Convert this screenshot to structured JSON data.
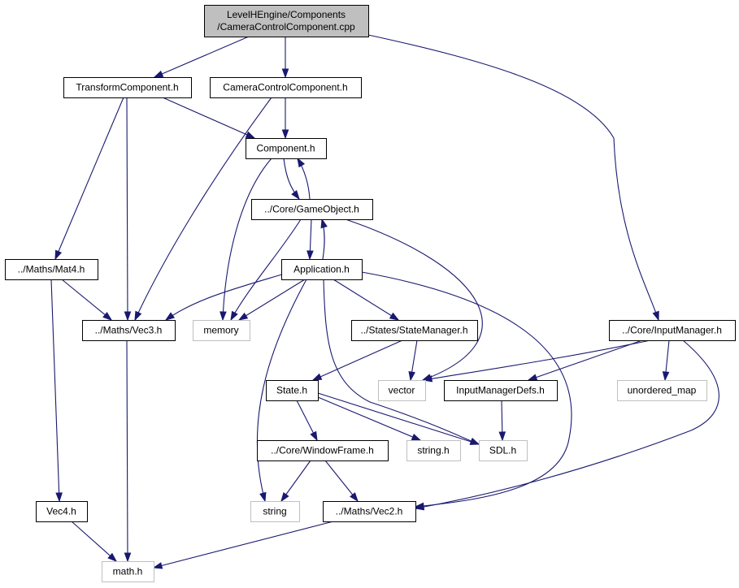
{
  "diagram": {
    "kind": "include-dependency-graph",
    "colors": {
      "edge": "#191970",
      "root_fill": "#bfbfbf",
      "node_border": "#000000",
      "external_border": "#bfbfbf",
      "background": "#ffffff"
    },
    "nodes": [
      {
        "id": "root",
        "lines": [
          "LevelHEngine/Components",
          "/CameraControlComponent.cpp"
        ],
        "style": "root"
      },
      {
        "id": "transform",
        "lines": [
          "TransformComponent.h"
        ],
        "style": "file"
      },
      {
        "id": "cameractl",
        "lines": [
          "CameraControlComponent.h"
        ],
        "style": "file"
      },
      {
        "id": "component",
        "lines": [
          "Component.h"
        ],
        "style": "file"
      },
      {
        "id": "gameobject",
        "lines": [
          "../Core/GameObject.h"
        ],
        "style": "file"
      },
      {
        "id": "mat4",
        "lines": [
          "../Maths/Mat4.h"
        ],
        "style": "file"
      },
      {
        "id": "application",
        "lines": [
          "Application.h"
        ],
        "style": "file"
      },
      {
        "id": "vec3",
        "lines": [
          "../Maths/Vec3.h"
        ],
        "style": "file"
      },
      {
        "id": "memory",
        "lines": [
          "memory"
        ],
        "style": "external"
      },
      {
        "id": "statemanager",
        "lines": [
          "../States/StateManager.h"
        ],
        "style": "file"
      },
      {
        "id": "inputmanager",
        "lines": [
          "../Core/InputManager.h"
        ],
        "style": "file"
      },
      {
        "id": "vector",
        "lines": [
          "vector"
        ],
        "style": "external"
      },
      {
        "id": "inputdefs",
        "lines": [
          "InputManagerDefs.h"
        ],
        "style": "file"
      },
      {
        "id": "unordered",
        "lines": [
          "unordered_map"
        ],
        "style": "external"
      },
      {
        "id": "state",
        "lines": [
          "State.h"
        ],
        "style": "file"
      },
      {
        "id": "windowframe",
        "lines": [
          "../Core/WindowFrame.h"
        ],
        "style": "file"
      },
      {
        "id": "stringh",
        "lines": [
          "string.h"
        ],
        "style": "external"
      },
      {
        "id": "sdl",
        "lines": [
          "SDL.h"
        ],
        "style": "external"
      },
      {
        "id": "vec4",
        "lines": [
          "Vec4.h"
        ],
        "style": "file"
      },
      {
        "id": "string",
        "lines": [
          "string"
        ],
        "style": "external"
      },
      {
        "id": "vec2",
        "lines": [
          "../Maths/Vec2.h"
        ],
        "style": "file"
      },
      {
        "id": "math",
        "lines": [
          "math.h"
        ],
        "style": "external"
      }
    ],
    "edges": [
      {
        "from": "root",
        "to": "transform"
      },
      {
        "from": "root",
        "to": "cameractl"
      },
      {
        "from": "root",
        "to": "inputmanager"
      },
      {
        "from": "transform",
        "to": "component"
      },
      {
        "from": "transform",
        "to": "mat4"
      },
      {
        "from": "transform",
        "to": "vec3"
      },
      {
        "from": "cameractl",
        "to": "component"
      },
      {
        "from": "cameractl",
        "to": "vec3"
      },
      {
        "from": "component",
        "to": "gameobject"
      },
      {
        "from": "component",
        "to": "memory"
      },
      {
        "from": "gameobject",
        "to": "component"
      },
      {
        "from": "gameobject",
        "to": "application"
      },
      {
        "from": "gameobject",
        "to": "memory"
      },
      {
        "from": "gameobject",
        "to": "vector"
      },
      {
        "from": "application",
        "to": "gameobject"
      },
      {
        "from": "application",
        "to": "vec3"
      },
      {
        "from": "application",
        "to": "memory"
      },
      {
        "from": "application",
        "to": "statemanager"
      },
      {
        "from": "application",
        "to": "string"
      },
      {
        "from": "application",
        "to": "sdl"
      },
      {
        "from": "application",
        "to": "vec2"
      },
      {
        "from": "mat4",
        "to": "vec3"
      },
      {
        "from": "mat4",
        "to": "vec4"
      },
      {
        "from": "vec3",
        "to": "math"
      },
      {
        "from": "statemanager",
        "to": "state"
      },
      {
        "from": "statemanager",
        "to": "vector"
      },
      {
        "from": "inputmanager",
        "to": "vector"
      },
      {
        "from": "inputmanager",
        "to": "inputdefs"
      },
      {
        "from": "inputmanager",
        "to": "unordered"
      },
      {
        "from": "inputmanager",
        "to": "vec2"
      },
      {
        "from": "inputdefs",
        "to": "sdl"
      },
      {
        "from": "state",
        "to": "windowframe"
      },
      {
        "from": "state",
        "to": "stringh"
      },
      {
        "from": "state",
        "to": "sdl"
      },
      {
        "from": "windowframe",
        "to": "string"
      },
      {
        "from": "windowframe",
        "to": "vec2"
      },
      {
        "from": "vec4",
        "to": "math"
      },
      {
        "from": "vec2",
        "to": "math"
      }
    ]
  }
}
